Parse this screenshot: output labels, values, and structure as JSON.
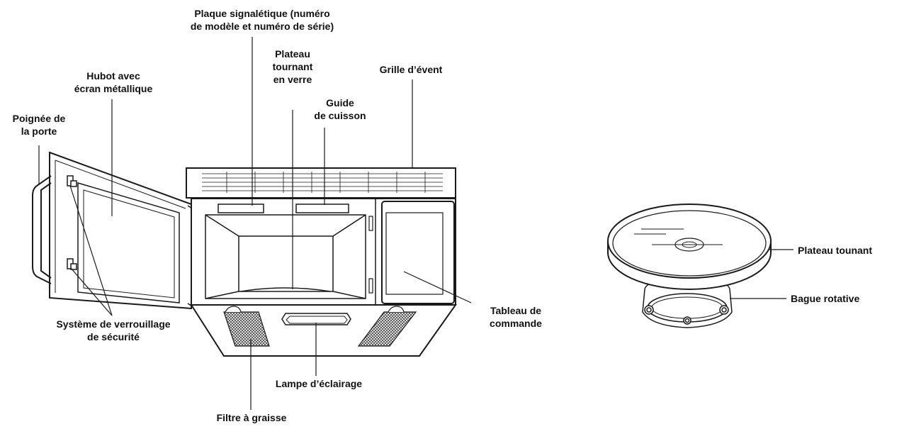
{
  "labels": {
    "nameplate": "Plaque signalétique (numéro\nde modèle et numéro de série)",
    "glass_turntable": "Plateau\ntournant\nen verre",
    "vent_grille": "Grille d’évent",
    "hood_metal_screen": "Hubot avec\nécran métallique",
    "door_handle": "Poignée de\nla porte",
    "cooking_guide": "Guide\nde cuisson",
    "safety_lock": "Système de verrouillage\nde sécurité",
    "control_panel": "Tableau de\ncommande",
    "light_lamp": "Lampe d’éclairage",
    "grease_filter": "Filtre à graisse",
    "turntable": "Plateau tounant",
    "roller_ring": "Bague rotative"
  },
  "colors": {
    "line": "#1a1a1a",
    "mesh": "#555555"
  }
}
